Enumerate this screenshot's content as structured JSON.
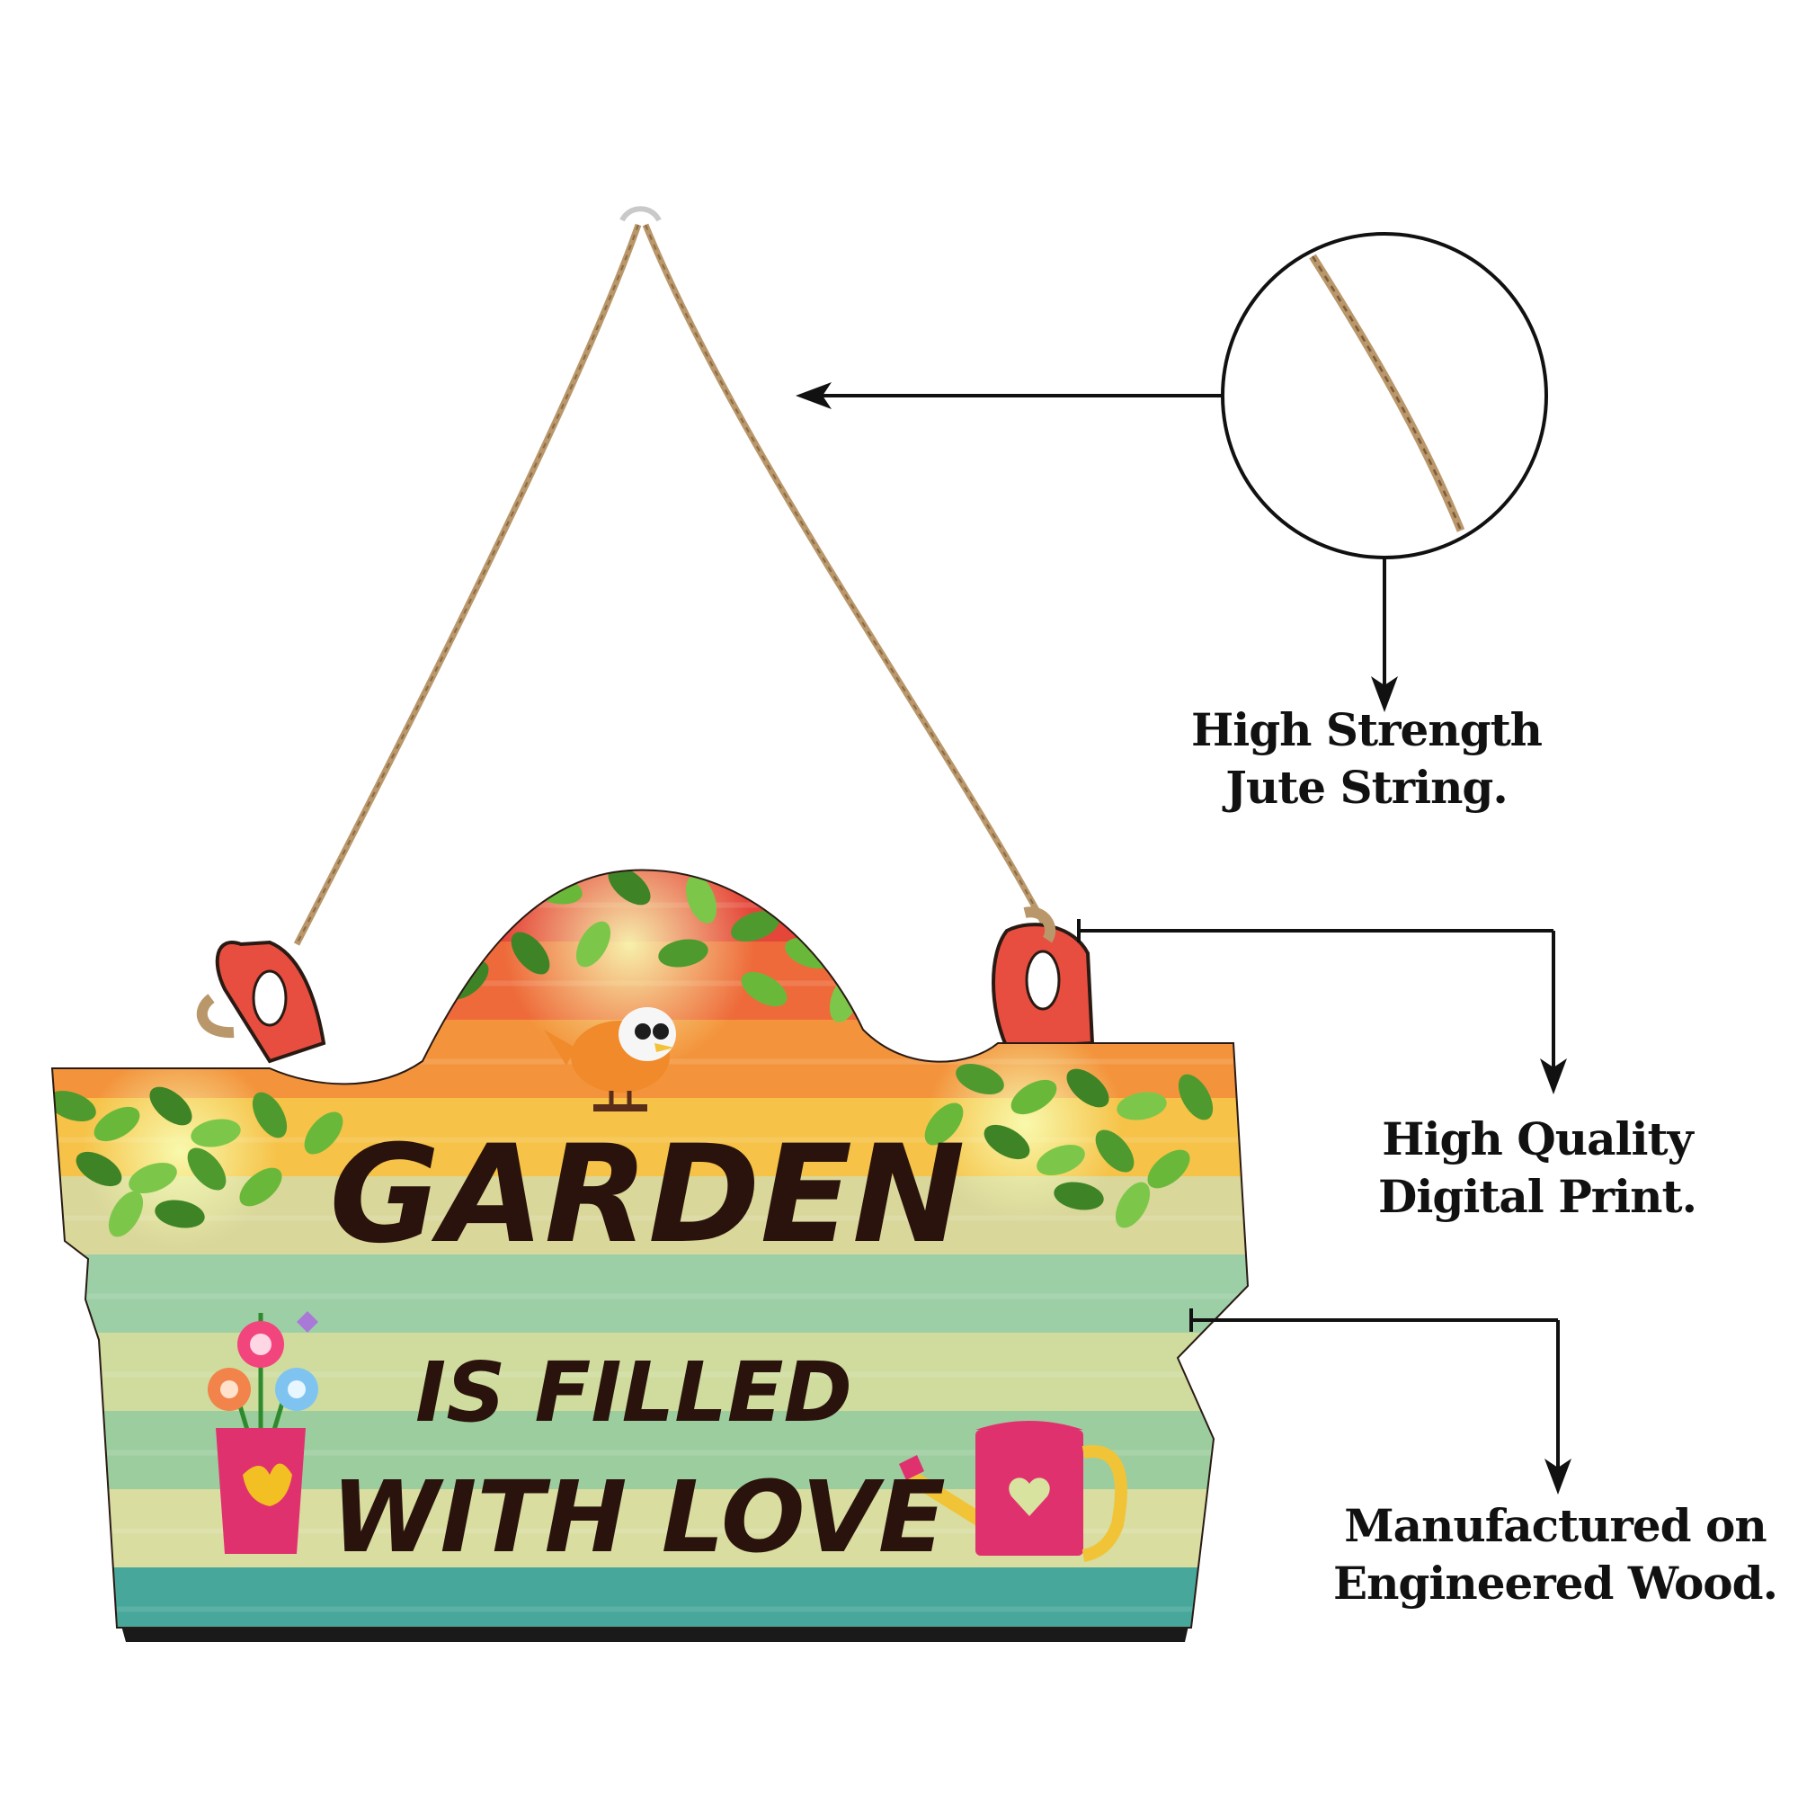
{
  "sign": {
    "line1": "GARDEN",
    "line2": "IS FILLED",
    "line3": "WITH LOVE"
  },
  "callouts": {
    "jute": [
      "High Strength",
      "Jute String."
    ],
    "print": [
      "High Quality",
      "Digital Print."
    ],
    "wood": [
      "Manufactured on",
      "Engineered Wood."
    ]
  },
  "colors": {
    "stripes": [
      "#e5463a",
      "#ee6a3a",
      "#f3943c",
      "#f6c247",
      "#d9d79a",
      "#9dcfa6",
      "#cfdc9e",
      "#9ccd9f",
      "#d9dda0",
      "#46a79a"
    ],
    "jute": "#b9976a",
    "leaf": "#4f9a2e",
    "text": "#2a130c",
    "pot": "#e0316f",
    "callout_line": "#111111"
  },
  "icons": [
    "hook-icon",
    "jute-string-icon",
    "magnifier-circle-icon",
    "leaf-cluster-icon",
    "bird-icon",
    "flower-pot-icon",
    "watering-can-icon",
    "arrow-icon"
  ]
}
